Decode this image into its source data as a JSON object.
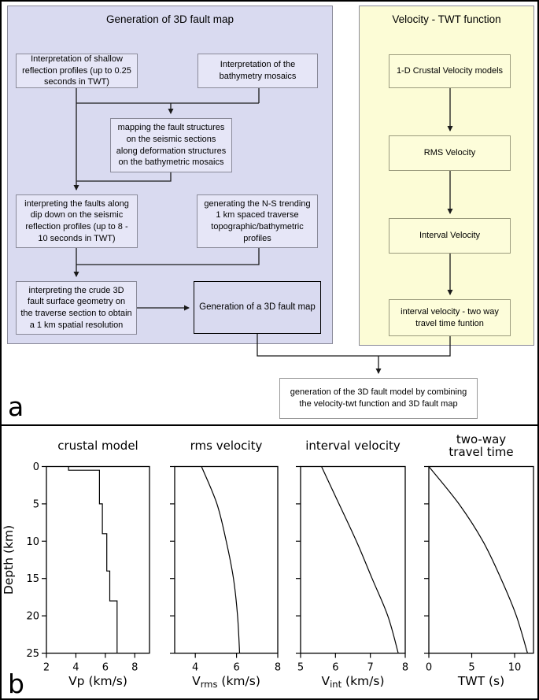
{
  "figure": {
    "panel_a_label": "a",
    "panel_b_label": "b"
  },
  "flowchart_left": {
    "title": "Generation of 3D fault map",
    "box_shallow": "Interpretation of shallow reflection profiles (up to 0.25 seconds in TWT)",
    "box_bathymetry": "Interpretation of the bathymetry mosaics",
    "box_mapping": "mapping the fault structures on the seismic sections along deformation structures on the bathymetric mosaics",
    "box_faults_dip": "interpreting the faults along dip down on the seismic reflection profiles (up to 8 - 10 seconds in TWT)",
    "box_traverse": "generating the N-S trending 1 km spaced traverse topographic/bathymetric profiles",
    "box_crude3d": "interpreting the crude 3D fault surface geometry on the traverse section to obtain a 1 km spatial resolution",
    "box_fault_map": "Generation of a 3D fault map"
  },
  "flowchart_right": {
    "title": "Velocity - TWT function",
    "box_crustal": "1-D Crustal Velocity models",
    "box_rms": "RMS Velocity",
    "box_interval": "Interval Velocity",
    "box_twt": "interval velocity - two way travel time funtion"
  },
  "merge_box": "generation of the 3D fault model by combining the velocity-twt function and 3D fault map",
  "colors": {
    "left_panel_bg": "#d9daf0",
    "left_box_bg": "#e6e6f7",
    "right_panel_bg": "#fcfcd6",
    "right_box_bg": "#fdfdda",
    "connector_line": "#1a1a1a"
  },
  "depth_axis": {
    "label": "Depth (km)",
    "lim": [
      0,
      25
    ],
    "ticks": [
      0,
      5,
      10,
      15,
      20,
      25
    ]
  },
  "chart_data": [
    {
      "id": "crustal-model",
      "type": "step",
      "title": [
        "crustal model"
      ],
      "xlabel": {
        "pre": "Vp (km/s)",
        "sub": "",
        "post": ""
      },
      "xlim": [
        2,
        9
      ],
      "xticks": [
        2,
        4,
        6,
        8
      ],
      "ylabel": "Depth (km)",
      "ylim": [
        0,
        25
      ],
      "points": [
        [
          3.5,
          0
        ],
        [
          3.5,
          0.5
        ],
        [
          5.6,
          0.5
        ],
        [
          5.6,
          5
        ],
        [
          5.8,
          5
        ],
        [
          5.8,
          9
        ],
        [
          6.1,
          9
        ],
        [
          6.1,
          14
        ],
        [
          6.3,
          14
        ],
        [
          6.3,
          18
        ],
        [
          6.8,
          18
        ],
        [
          6.8,
          25
        ]
      ]
    },
    {
      "id": "rms-velocity",
      "type": "line",
      "title": [
        "rms velocity"
      ],
      "xlabel": {
        "pre": "V",
        "sub": "rms",
        "post": " (km/s)"
      },
      "xlim": [
        3,
        8
      ],
      "xticks": [
        4,
        6,
        8
      ],
      "ylim": [
        0,
        25
      ],
      "points": [
        [
          4.3,
          0
        ],
        [
          5.05,
          5
        ],
        [
          5.5,
          10
        ],
        [
          5.85,
          15
        ],
        [
          6.05,
          20
        ],
        [
          6.15,
          25
        ]
      ]
    },
    {
      "id": "interval-velocity",
      "type": "line",
      "title": [
        "interval velocity"
      ],
      "xlabel": {
        "pre": "V",
        "sub": "int",
        "post": " (km/s)"
      },
      "xlim": [
        5,
        8
      ],
      "xticks": [
        5,
        6,
        7,
        8
      ],
      "ylim": [
        0,
        25
      ],
      "points": [
        [
          5.6,
          0
        ],
        [
          6.1,
          5
        ],
        [
          6.6,
          10
        ],
        [
          7.05,
          15
        ],
        [
          7.5,
          20
        ],
        [
          7.8,
          25
        ]
      ]
    },
    {
      "id": "two-way-travel-time",
      "type": "line",
      "title": [
        "two-way",
        "travel time"
      ],
      "xlabel": {
        "pre": "TWT (s)",
        "sub": "",
        "post": ""
      },
      "xlim": [
        0,
        12.2
      ],
      "xticks": [
        0,
        5,
        10
      ],
      "ylim": [
        0,
        25
      ],
      "points": [
        [
          0,
          0
        ],
        [
          3.5,
          5
        ],
        [
          6.3,
          10
        ],
        [
          8.4,
          15
        ],
        [
          10.2,
          20
        ],
        [
          11.5,
          25
        ]
      ]
    }
  ]
}
